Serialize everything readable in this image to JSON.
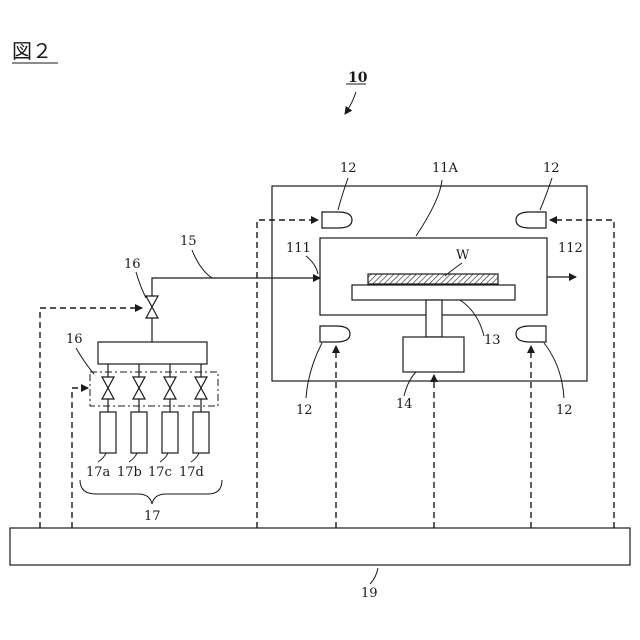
{
  "figure_title": "図２",
  "labels": {
    "system": "10",
    "chamber": "11A",
    "heater": "12",
    "inlet": "111",
    "outlet": "112",
    "gas_line": "15",
    "valve": "16",
    "wafer": "W",
    "stage": "13",
    "drive": "14",
    "cylinder_a": "17a",
    "cylinder_b": "17b",
    "cylinder_c": "17c",
    "cylinder_d": "17d",
    "gas_supply": "17",
    "controller": "19"
  }
}
